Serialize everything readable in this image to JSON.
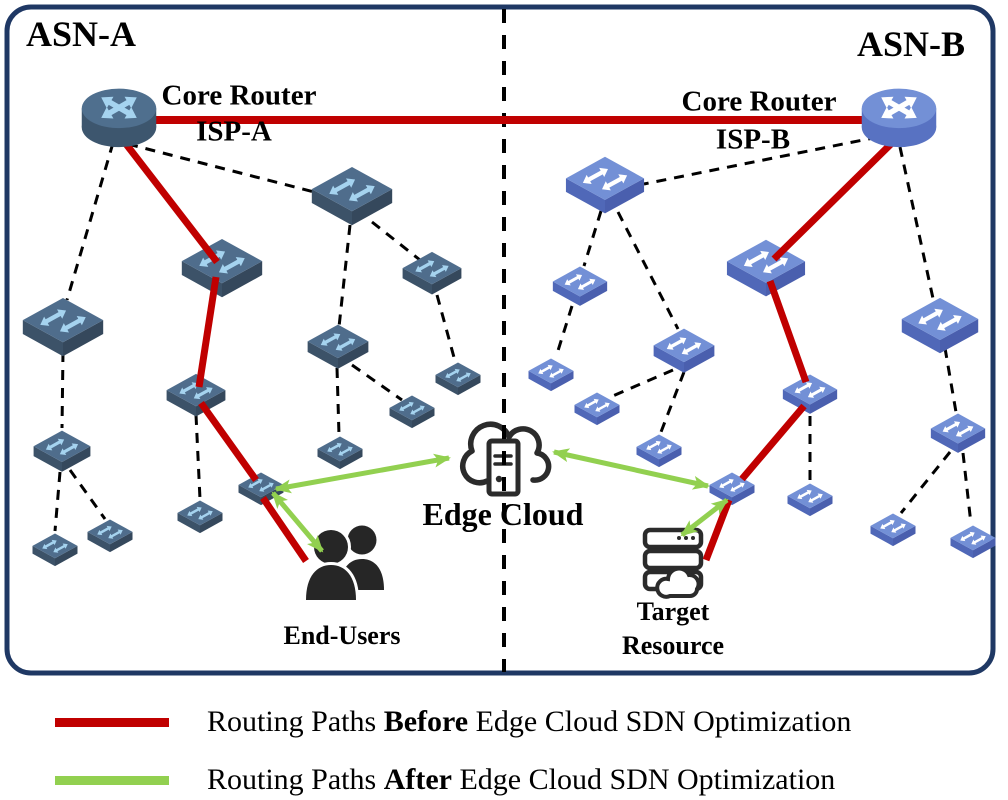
{
  "diagram": {
    "asn_a": {
      "region_label": "ASN-A",
      "core_router_title": "Core Router",
      "core_router_subtitle": "ISP-A",
      "switch_count": 14,
      "node_color": "#4f6d8c"
    },
    "asn_b": {
      "region_label": "ASN-B",
      "core_router_title": "Core Router",
      "core_router_subtitle": "ISP-B",
      "switch_count": 14,
      "node_color": "#7390d6"
    },
    "center": {
      "edge_cloud_label": "Edge Cloud",
      "edge_cloud_icon": "cloud-server-icon",
      "end_users_label": "End-Users",
      "end_users_icon": "people-icon",
      "target_resource_label_line1": "Target",
      "target_resource_label_line2": "Resource",
      "target_resource_icon": "server-stack-cloud-icon"
    },
    "icons": {
      "router": "router-cylinder-icon",
      "switch": "switch-isometric-icon"
    },
    "colors": {
      "path_before": "#c00000",
      "path_after": "#92d050",
      "border": "#1f3864",
      "dashed_link": "#000000"
    }
  },
  "legend": {
    "items": [
      {
        "swatch_color": "#c00000",
        "prefix": "Routing Paths ",
        "emphasis": "Before",
        "suffix": " Edge Cloud SDN Optimization"
      },
      {
        "swatch_color": "#92d050",
        "prefix": "Routing Paths ",
        "emphasis": "After",
        "suffix": " Edge Cloud SDN Optimization"
      }
    ]
  }
}
